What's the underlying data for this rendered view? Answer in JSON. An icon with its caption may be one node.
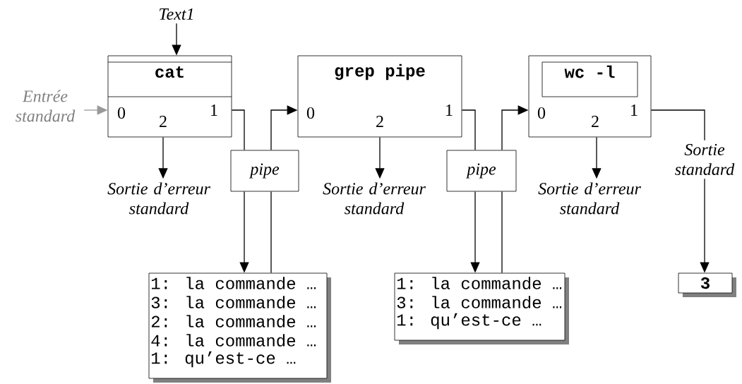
{
  "diagram": {
    "nodes": [
      {
        "text": [
          "Text1"
        ]
      },
      {
        "text": [
          "Entrée standard"
        ]
      },
      {
        "text": [
          "cat",
          "0",
          "2",
          "1"
        ]
      },
      {
        "text": [
          "pipe"
        ]
      },
      {
        "text": [
          "grep pipe",
          "0",
          "2",
          "1"
        ]
      },
      {
        "text": [
          "pipe"
        ]
      },
      {
        "text": [
          "0",
          "2",
          "1"
        ]
      },
      {
        "text": [
          "wc -l"
        ],
        "in": 6
      },
      {
        "text": [
          "Sortie d’erreur standard"
        ]
      },
      {
        "text": [
          "Sortie d’erreur standard"
        ]
      },
      {
        "text": [
          "Sortie d’erreur standard"
        ]
      },
      {
        "text": [
          "Sortie standard"
        ]
      },
      {
        "text": [
          "1: la commande …",
          "3: la commande …",
          "2: la commande …",
          "4: la commande …",
          "1: qu’est-ce …"
        ]
      },
      {
        "text": [
          "1: la commande …",
          "3: la commande …",
          "1: qu’est-ce …"
        ]
      },
      {
        "text": [
          "3"
        ]
      }
    ],
    "edges": [
      {
        "from": 0,
        "to": 2,
        "arrow": "to"
      },
      {
        "from": 1,
        "to": 2,
        "arrow": "to",
        "color": "#999999"
      },
      {
        "from": 2,
        "to": 8,
        "arrow": "to"
      },
      {
        "from": 2,
        "to": 3,
        "arrow": "none"
      },
      {
        "from": 3,
        "to": 4,
        "arrow": "to"
      },
      {
        "from": 3,
        "to": 12,
        "arrow": "to"
      },
      {
        "from": 12,
        "to": 3,
        "arrow": "none"
      },
      {
        "from": 4,
        "to": 9,
        "arrow": "to"
      },
      {
        "from": 4,
        "to": 5,
        "arrow": "none"
      },
      {
        "from": 5,
        "to": 6,
        "arrow": "to"
      },
      {
        "from": 5,
        "to": 13,
        "arrow": "to"
      },
      {
        "from": 13,
        "to": 5,
        "arrow": "none"
      },
      {
        "from": 6,
        "to": 10,
        "arrow": "to"
      },
      {
        "from": 6,
        "to": 11,
        "arrow": "none"
      },
      {
        "from": 11,
        "to": 14,
        "arrow": "to"
      }
    ]
  }
}
